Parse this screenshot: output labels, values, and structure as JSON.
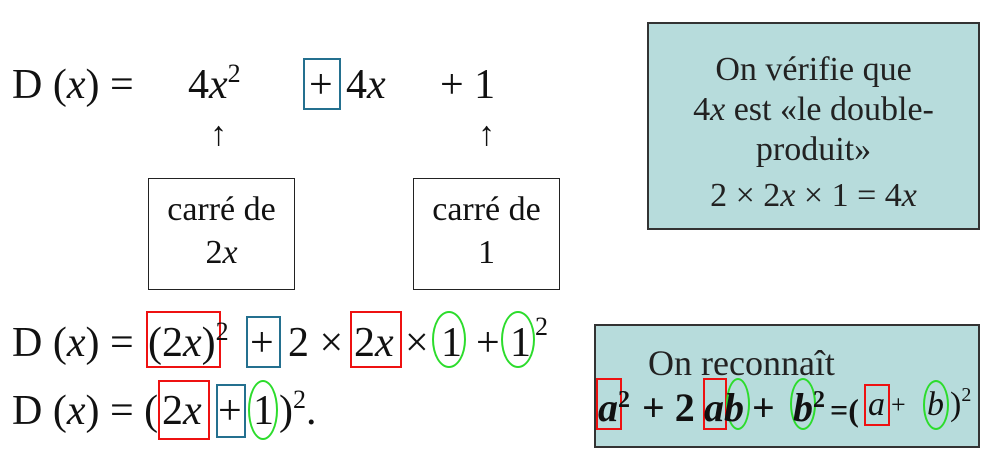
{
  "line1": {
    "lhs": "D (",
    "var": "x",
    "rhs": ") =",
    "t1_coef": "4",
    "t1_var": "x",
    "t1_exp": "2",
    "plus1": "+",
    "t2_coef": "4",
    "t2_var": "x",
    "t3": "+ 1"
  },
  "arrow": "↑",
  "label_left": {
    "line1": "carré de",
    "line2_num": "2",
    "line2_var": "x"
  },
  "label_right": {
    "line1": "carré de",
    "line2": "1"
  },
  "note_box": {
    "line1": "On vérifie que",
    "line2_num": "4",
    "line2_var": "x",
    "line2_rest": " est «le double-",
    "line3": "produit»",
    "line4_a": "2 × 2",
    "line4_var1": "x",
    "line4_b": " × 1 = 4",
    "line4_var2": "x"
  },
  "line2": {
    "lhs": "D (",
    "var": "x",
    "rhs": ") =",
    "open": "(2",
    "open_var": "x",
    "close": ")",
    "exp": "2",
    "plus": "+",
    "two_times": "2 ×",
    "mid_num": "2",
    "mid_var": "x",
    "times": "×",
    "one_a": "1",
    "plus2": "+",
    "one_b": "1",
    "exp2": "2"
  },
  "line3": {
    "lhs": "D (",
    "var": "x",
    "rhs": ") = (",
    "num": "2",
    "num_var": "x",
    "plus": "+",
    "one": "1",
    "close": ")",
    "exp": "2",
    "end": "."
  },
  "reco_box": {
    "title": "On reconnaît",
    "a": "a",
    "exp_a": "2",
    "plus_2": " + 2",
    "ab_a": "a",
    "ab_b": "b",
    "plus_b": " + ",
    "b": "b",
    "exp_b": "2",
    "eq": "=(",
    "ra": "a",
    "rplus": " + ",
    "rb": "b",
    "rclose": ")",
    "rexp": "2"
  },
  "colors": {
    "red": "#e11111",
    "blue": "#24708f",
    "green": "#2cdc2c",
    "teal_bg": "#b7dcdc"
  }
}
